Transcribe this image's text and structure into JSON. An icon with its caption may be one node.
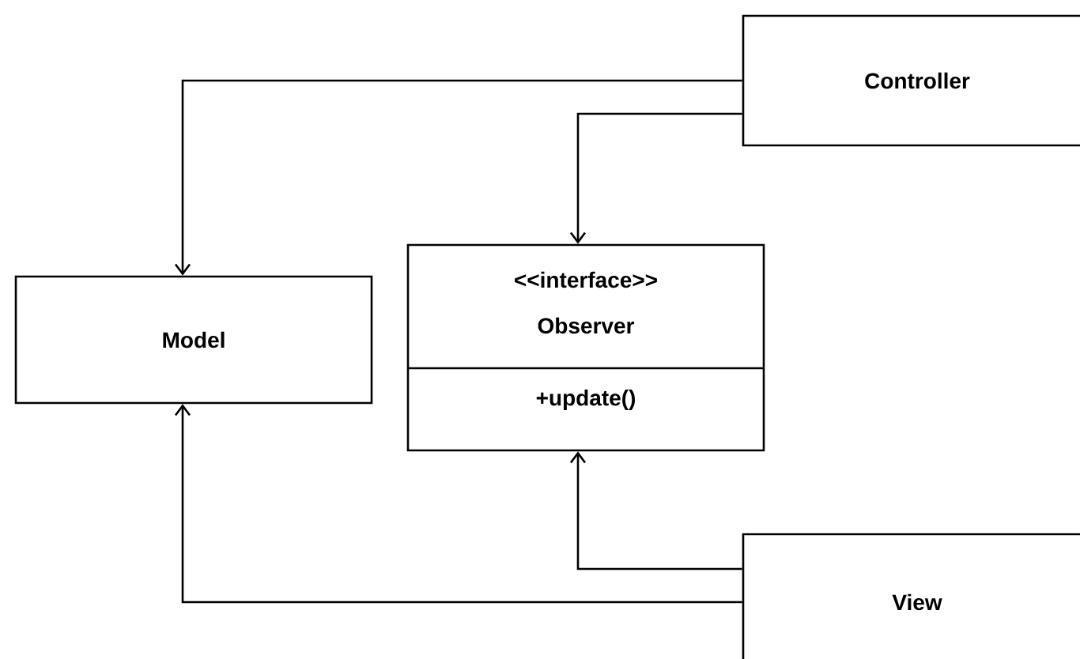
{
  "diagram": {
    "nodes": [
      {
        "text": [
          "Controller"
        ]
      },
      {
        "text": [
          "Model"
        ]
      },
      {
        "text": [
          "<<interface>>",
          "Observer",
          "+update()"
        ]
      },
      {
        "text": [
          "View"
        ]
      }
    ],
    "edges": [
      {
        "from": 0,
        "to": 1,
        "arrow": "to"
      },
      {
        "from": 0,
        "to": 2,
        "arrow": "to"
      },
      {
        "from": 3,
        "to": 2,
        "arrow": "to"
      },
      {
        "from": 3,
        "to": 1,
        "arrow": "to"
      }
    ]
  }
}
